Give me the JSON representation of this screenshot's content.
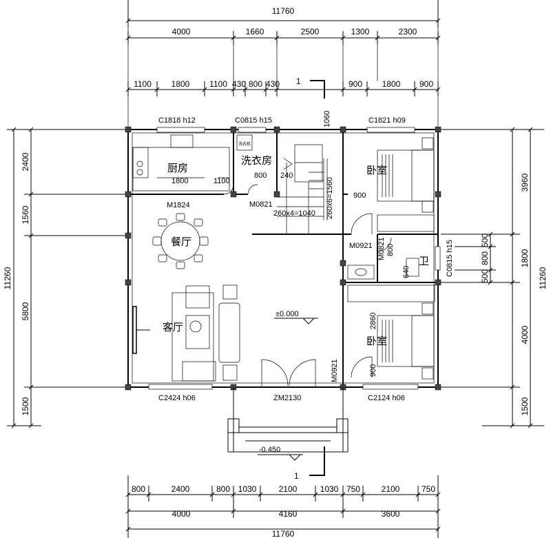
{
  "dimensions": {
    "top_total": "11760",
    "top_row1": [
      "4000",
      "1660",
      "2500",
      "1300",
      "2300"
    ],
    "top_row2": [
      "1100",
      "1800",
      "1100",
      "430",
      "800",
      "430",
      "900",
      "1800",
      "900"
    ],
    "bottom_total": "11760",
    "bottom_row1": [
      "4000",
      "4160",
      "3600"
    ],
    "bottom_row2": [
      "800",
      "2400",
      "800",
      "1030",
      "2100",
      "1030",
      "750",
      "2100",
      "750"
    ],
    "left_total": "11260",
    "left_segments": [
      "2400",
      "1560",
      "5800",
      "1500"
    ],
    "right_total": "11260",
    "right_segments": [
      "3960",
      "1800",
      "4000",
      "1500"
    ],
    "right_inner": [
      "500",
      "800",
      "500"
    ],
    "stair_1060": "1060"
  },
  "rooms": {
    "kitchen": "厨房",
    "laundry": "洗衣房",
    "dining": "餐厅",
    "living": "客厅",
    "bedroom_north": "卧室",
    "bedroom_south": "卧室",
    "bathroom": "卫"
  },
  "labels": {
    "c1818": "C1818 h12",
    "c0815_top": "C0815 h15",
    "c1821": "C1821 h09",
    "kitchen_1800": "1800",
    "kitchen_1100": "1100",
    "laundry_800": "800",
    "stair_240": "240",
    "m1824": "M1824",
    "m0821": "M0821",
    "stair_steps_a": "260x4=1040",
    "stair_steps_b": "260x6=1560",
    "door_900_top": "900",
    "m0921_upper": "M0921",
    "m0821_bath": "M0821",
    "bath_800": "800",
    "bath_640": "640",
    "c0815_right": "C0815 h15",
    "elev_zero": "±0.000",
    "bed_2860": "2860",
    "door_900_bottom": "900",
    "m0921_lower": "M0921",
    "c2424": "C2424 h06",
    "zm2130": "ZM2130",
    "c2124": "C2124 h06",
    "elev_neg": "-0.450",
    "section_top": "1",
    "section_bottom": "1",
    "appliance": "洗衣机"
  }
}
